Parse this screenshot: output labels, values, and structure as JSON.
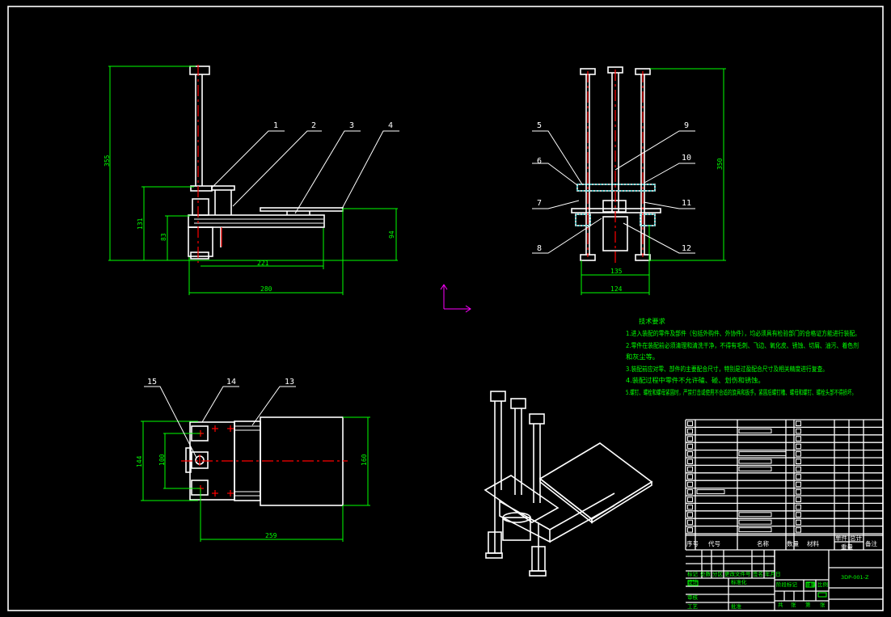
{
  "front_view": {
    "dimensions": {
      "total_height": "355",
      "height_mid": "131",
      "height_low": "83",
      "rail_length": "221",
      "overall_length": "280",
      "platform_height": "94"
    },
    "part_labels": [
      "1",
      "2",
      "3",
      "4"
    ]
  },
  "side_view": {
    "dimensions": {
      "height": "350",
      "width_upper": "135",
      "width_lower": "124"
    },
    "part_labels_left": [
      "5",
      "6",
      "7",
      "8"
    ],
    "part_labels_right": [
      "9",
      "10",
      "11",
      "12"
    ]
  },
  "top_view": {
    "dimensions": {
      "width_outer": "144",
      "width_inner": "100",
      "platform_width": "160",
      "length": "259"
    },
    "part_labels": [
      "15",
      "14",
      "13"
    ]
  },
  "technical_requirements": {
    "title": "技术要求",
    "lines": [
      "1.进入装配的零件及部件（包括外购件、外协件），均必须具有检验部门的合格证方能进行装配。",
      "2.零件在装配前必须清理和清洗干净，不得有毛刺、飞边、氧化皮、锈蚀、切屑、油污、着色剂",
      "和灰尘等。",
      "3.装配前应对零、部件的主要配合尺寸，特别是过盈配合尺寸及相关精度进行复查。",
      "4.装配过程中零件不允许磕、碰、划伤和锈蚀。",
      "5.螺钉、螺栓和螺母紧固时，严禁打击或使用不合适的旋具和扳手。紧固后螺钉槽、螺母和螺钉、螺栓头部不得损坏。"
    ]
  },
  "title_block": {
    "bom_header": [
      "序号",
      "代号",
      "名称",
      "数量",
      "材料",
      "单件",
      "总计",
      "备注"
    ],
    "bom_header_weight": "重量",
    "revision_row": [
      "标记",
      "处数",
      "分区",
      "更改文件号",
      "签名",
      "年月日"
    ],
    "design_label": "设计",
    "standard_label": "标准化",
    "review_label": "审核",
    "process_label": "工艺",
    "approve_label": "批准",
    "stage_label": "阶段标记",
    "weight_label": "重量",
    "scale_label": "比例",
    "sheet_text": [
      "共",
      "张",
      "第",
      "张"
    ],
    "drawing_number": "3DP-001-Z"
  },
  "colors": {
    "background": "#000000",
    "geometry": "#ffffff",
    "dimension": "#00ff00",
    "centerline": "#ff0000",
    "hatch": "#00e0e0",
    "ucs": "#ff00ff"
  }
}
